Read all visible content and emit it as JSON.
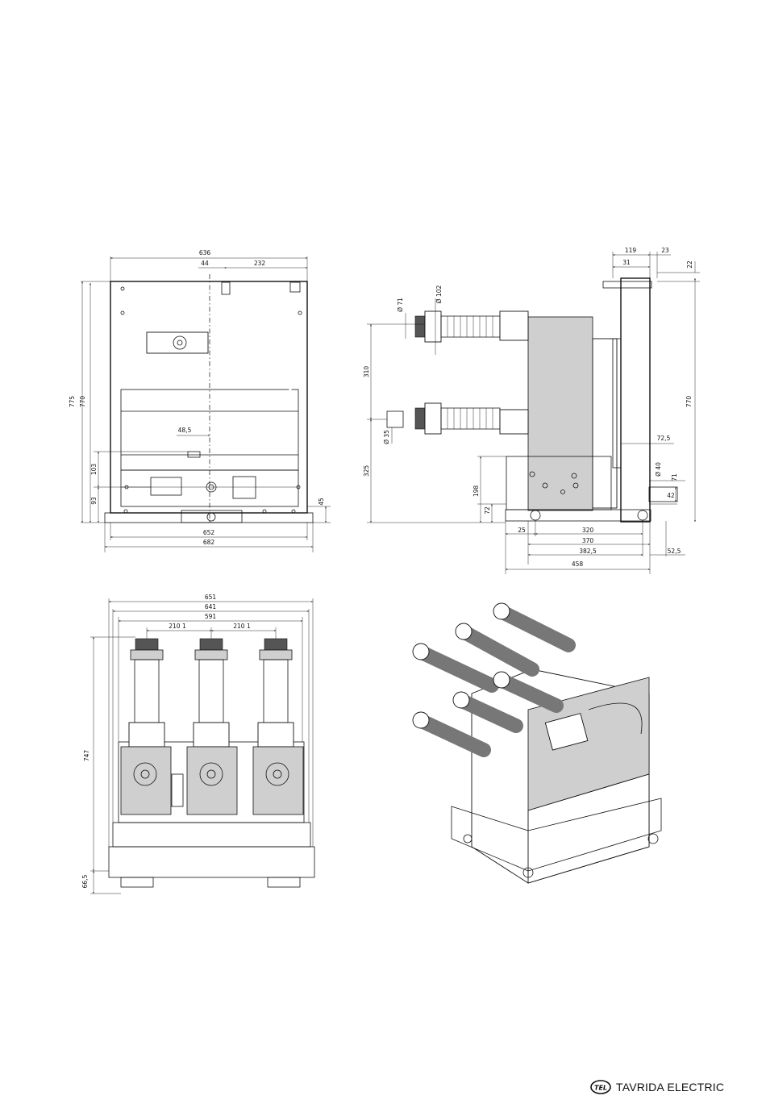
{
  "brand": {
    "name": "TAVRIDA ELECTRIC",
    "logo_text": "TEL",
    "icon": "tel-logo"
  },
  "front_view": {
    "dims": {
      "w636": "636",
      "d44": "44",
      "d232": "232",
      "h775": "775",
      "h770": "770",
      "d48_5": "48,5",
      "d103": "103",
      "d93": "93",
      "d45": "45",
      "w652": "652",
      "w682": "682"
    }
  },
  "side_view": {
    "dims": {
      "d119": "119",
      "d23": "23",
      "d31": "31",
      "d22": "22",
      "dia71": "Ø 71",
      "dia102": "Ø 102",
      "d310": "310",
      "dia35": "Ø 35",
      "d325": "325",
      "d198": "198",
      "d72": "72",
      "d72_5": "72,5",
      "dia40": "Ø 40",
      "d71": "71",
      "d42": "42",
      "d25": "25",
      "d320": "320",
      "d370": "370",
      "d382_5": "382,5",
      "d52_5": "52,5",
      "d458": "458",
      "h770": "770"
    }
  },
  "top_view": {
    "dims": {
      "w651": "651",
      "w641": "641",
      "w591": "591",
      "p210a": "210  1",
      "p210b": "210  1",
      "h747": "747",
      "d66_5": "66,5"
    }
  }
}
